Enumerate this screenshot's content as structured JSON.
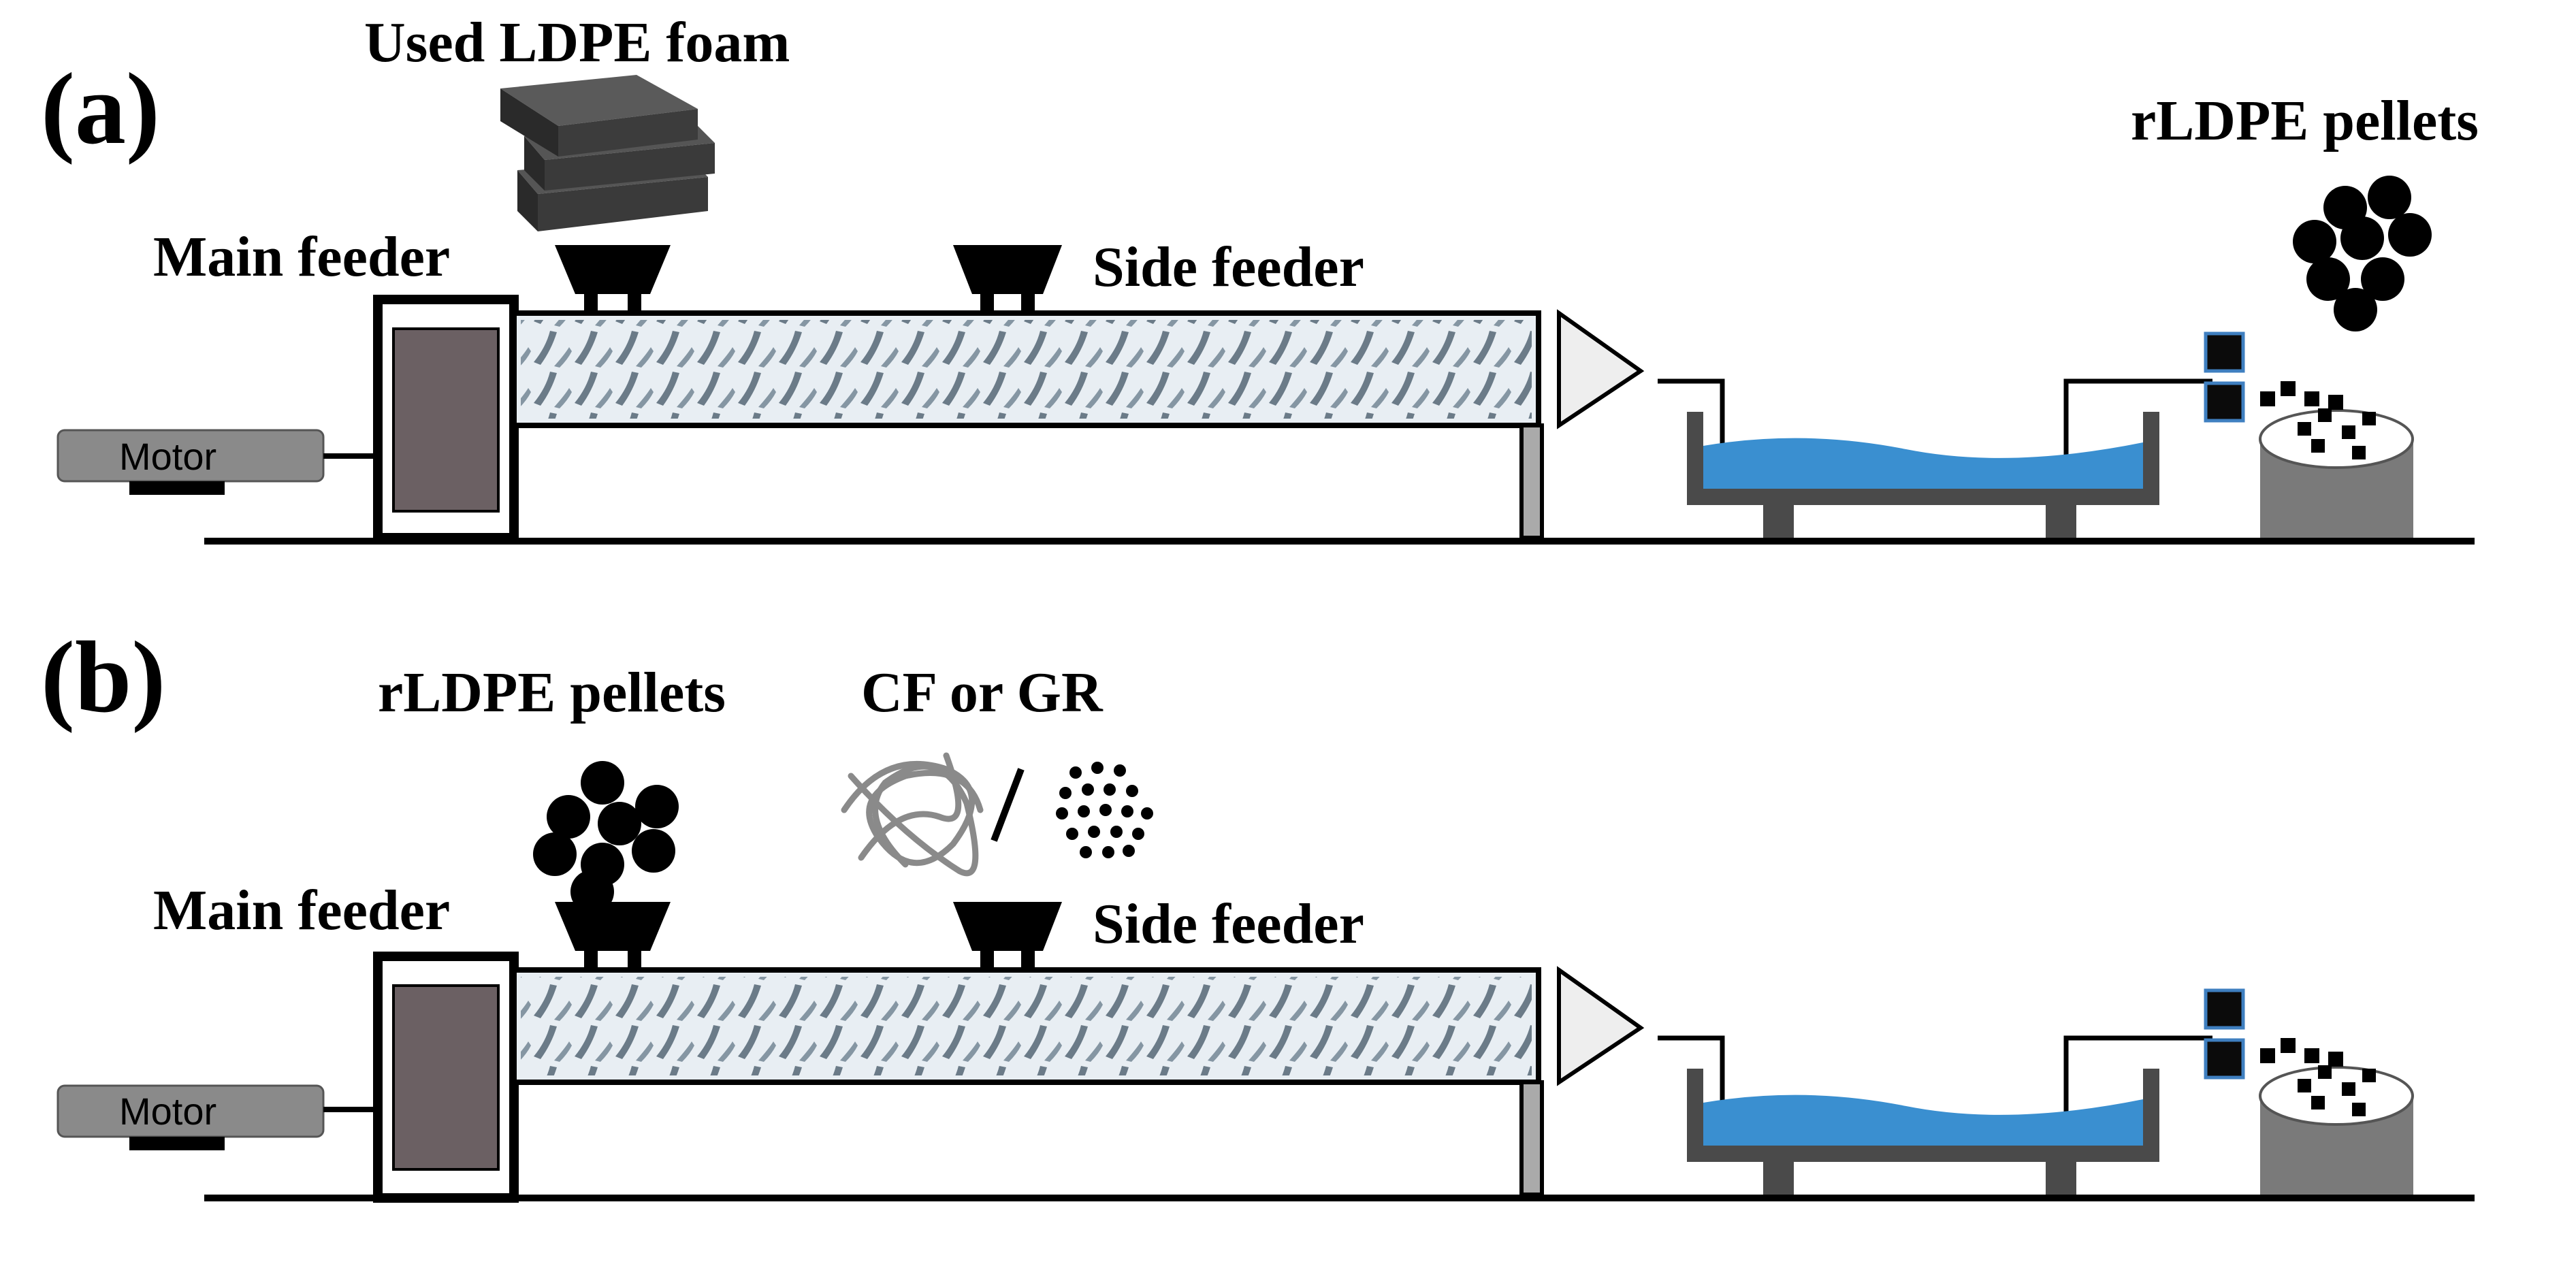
{
  "panel_a": {
    "tag": "(a)",
    "input_label": "Used LDPE foam",
    "output_label": "rLDPE pellets",
    "main_feeder_label": "Main feeder",
    "side_feeder_label": "Side feeder",
    "motor_label": "Motor"
  },
  "panel_b": {
    "tag": "(b)",
    "main_input_label": "rLDPE pellets",
    "side_input_label": "CF or GR",
    "main_feeder_label": "Main feeder",
    "side_feeder_label": "Side feeder",
    "motor_label": "Motor"
  },
  "colors": {
    "line": "#000000",
    "motor": "#8a8a8a",
    "barrel_fill": "#e8eef3",
    "screw": "#6b7b88",
    "drive_box": "#6b6063",
    "water": "#3a8fd0",
    "bath": "#4a4a4a",
    "bin": "#7a7a7a",
    "die": "#eeeeee",
    "foam": "#3a3a3a"
  },
  "icons": {
    "foam": "foam-blocks-icon",
    "pellets": "pellets-icon",
    "fiber": "carbon-fiber-icon",
    "granules": "granules-icon"
  }
}
